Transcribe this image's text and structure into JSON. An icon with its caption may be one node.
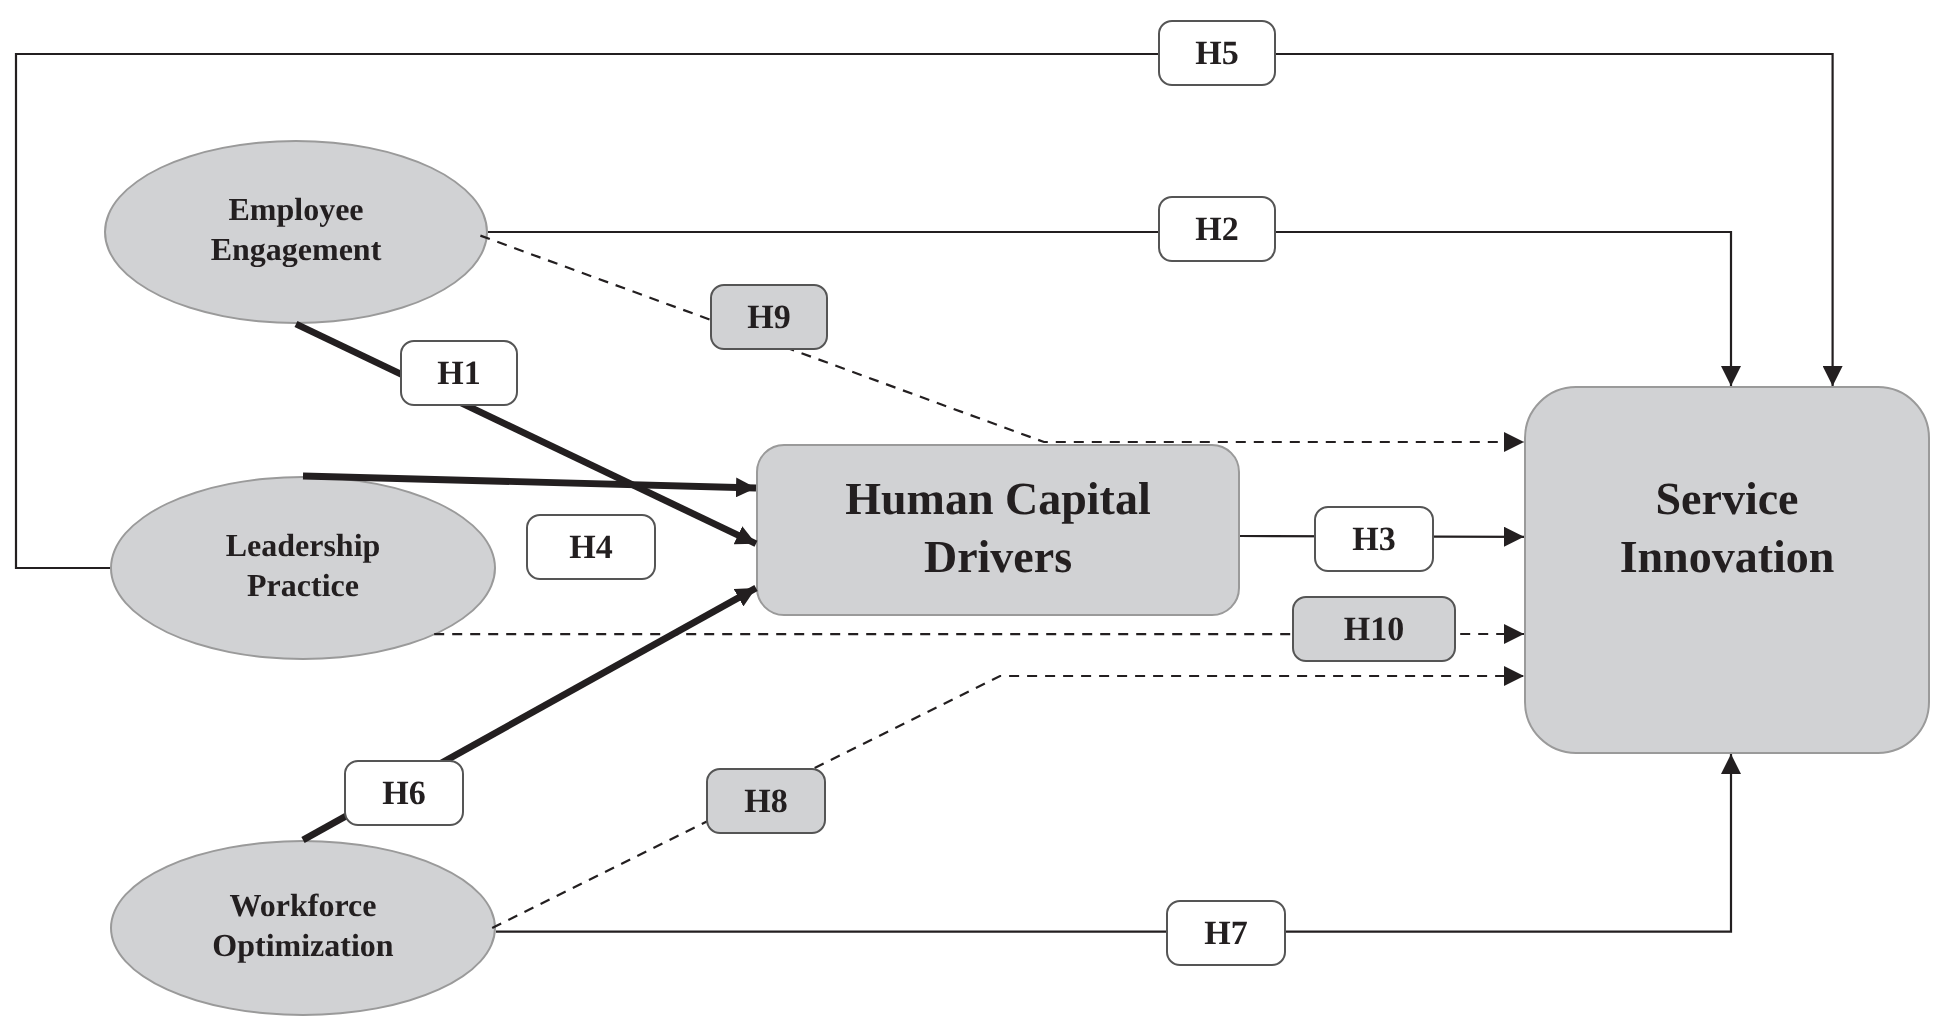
{
  "diagram": {
    "nodes": [
      {
        "text": [
          "Employee Engagement"
        ]
      },
      {
        "text": [
          "Leadership Practice"
        ]
      },
      {
        "text": [
          "Workforce Optimization"
        ]
      },
      {
        "text": [
          "Human Capital Drivers"
        ]
      },
      {
        "text": [
          "Service Innovation"
        ]
      }
    ],
    "edges": [
      {
        "from": 1,
        "to": 4,
        "arrow": "to",
        "label": "H5"
      },
      {
        "from": 0,
        "to": 4,
        "arrow": "to",
        "label": "H2"
      },
      {
        "from": 0,
        "to": 3,
        "arrow": "to",
        "label": "H1",
        "style": "thick"
      },
      {
        "from": 1,
        "to": 3,
        "arrow": "to",
        "label": "H4",
        "style": "thick"
      },
      {
        "from": 2,
        "to": 3,
        "arrow": "to",
        "label": "H6",
        "style": "thick"
      },
      {
        "from": 3,
        "to": 4,
        "arrow": "to",
        "label": "H3"
      },
      {
        "from": 0,
        "to": 4,
        "arrow": "to",
        "label": "H9",
        "style": "dashed"
      },
      {
        "from": 1,
        "to": 4,
        "arrow": "to",
        "label": "H10",
        "style": "dashed"
      },
      {
        "from": 2,
        "to": 4,
        "arrow": "to",
        "label": "H8",
        "style": "dashed"
      },
      {
        "from": 2,
        "to": 4,
        "arrow": "to",
        "label": "H7"
      }
    ]
  }
}
